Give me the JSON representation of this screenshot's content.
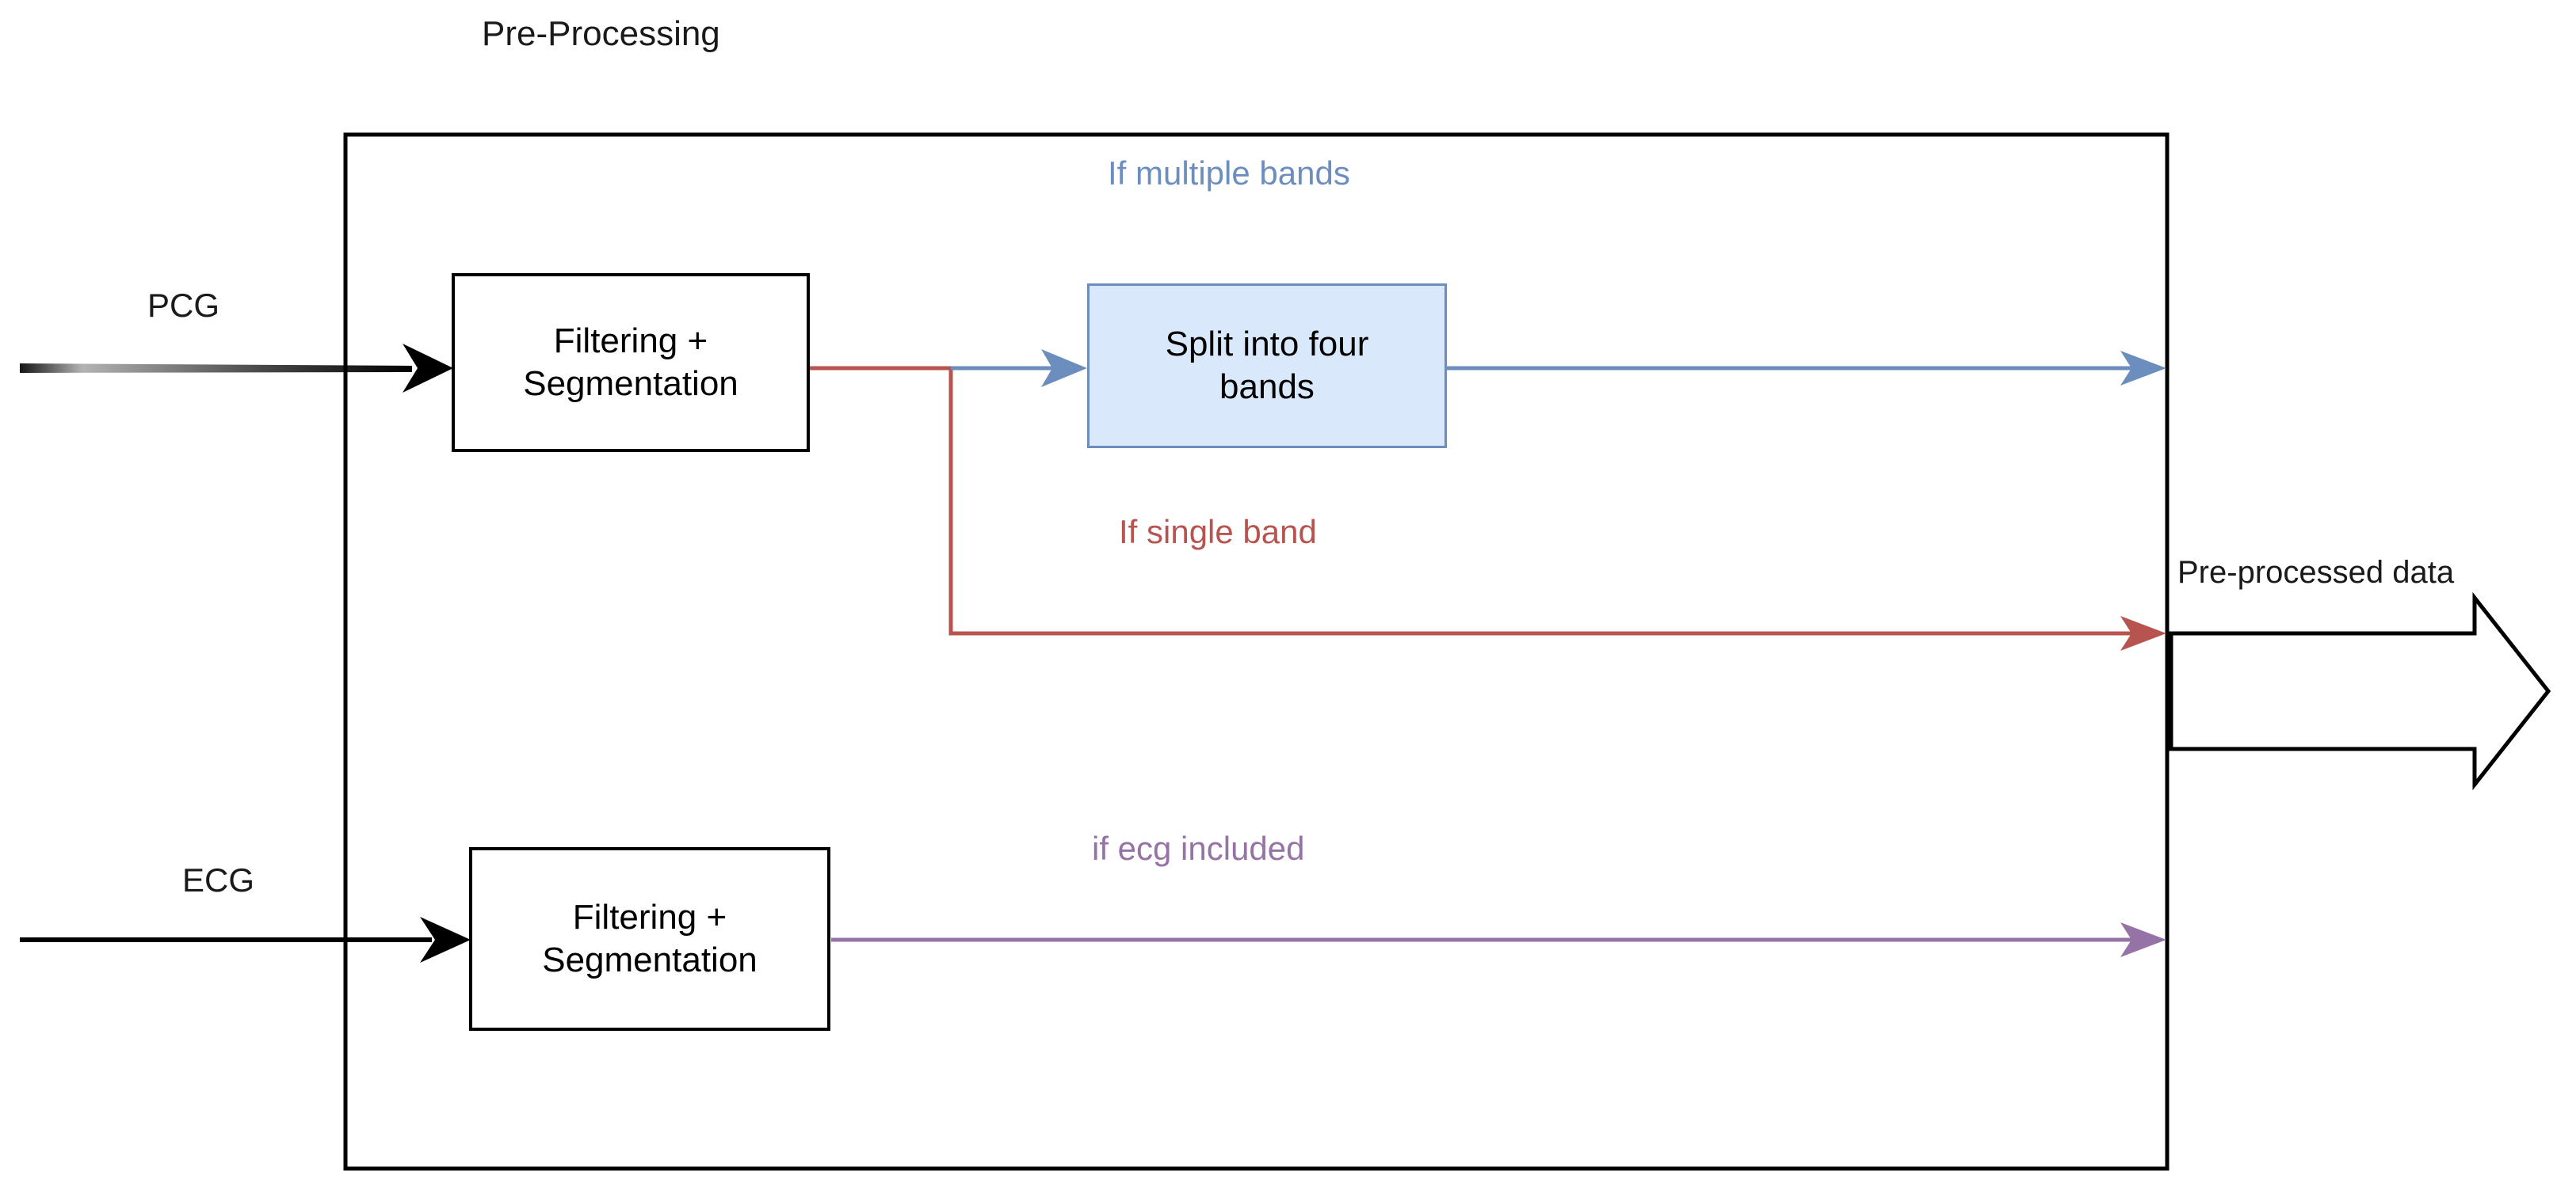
{
  "diagram": {
    "title": "Pre-Processing",
    "type": "block-flow-diagram",
    "container": {
      "name": "pre-processing-container",
      "border_color": "#000000"
    },
    "inputs": [
      {
        "id": "pcg",
        "label": "PCG",
        "arrow_style": "gradient-black",
        "target": "filtering-segmentation-pcg"
      },
      {
        "id": "ecg",
        "label": "ECG",
        "arrow_style": "solid-black",
        "target": "filtering-segmentation-ecg"
      }
    ],
    "nodes": [
      {
        "id": "filtering-segmentation-pcg",
        "label": "Filtering + Segmentation",
        "line1": "Filtering +",
        "line2": "Segmentation",
        "fill": "#ffffff",
        "stroke": "#000000"
      },
      {
        "id": "split-four-bands",
        "label": "Split into four bands",
        "line1": "Split into four",
        "line2": "bands",
        "fill": "#dae8fc",
        "stroke": "#6c8ebf"
      },
      {
        "id": "filtering-segmentation-ecg",
        "label": "Filtering + Segmentation",
        "line1": "Filtering +",
        "line2": "Segmentation",
        "fill": "#ffffff",
        "stroke": "#000000"
      }
    ],
    "edges": [
      {
        "id": "edge-multiple-bands",
        "label": "If multiple bands",
        "color": "#6c8ebf",
        "from": "filtering-segmentation-pcg",
        "to": "split-four-bands"
      },
      {
        "id": "edge-single-band",
        "label": "If single band",
        "color": "#b85450",
        "from": "filtering-segmentation-pcg",
        "to": "pre-processed-data-output"
      },
      {
        "id": "edge-ecg-included",
        "label": "if ecg included",
        "color": "#9673a6",
        "from": "filtering-segmentation-ecg",
        "to": "pre-processed-data-output"
      },
      {
        "id": "edge-split-output",
        "label": "",
        "color": "#6c8ebf",
        "from": "split-four-bands",
        "to": "pre-processed-data-output"
      }
    ],
    "output": {
      "id": "pre-processed-data-output",
      "label": "Pre-processed data",
      "shape": "block-arrow",
      "stroke": "#000000",
      "fill": "#ffffff"
    },
    "colors": {
      "blue_accent": "#6c8ebf",
      "blue_fill": "#dae8fc",
      "red_accent": "#b85450",
      "purple_accent": "#9673a6",
      "black": "#000000",
      "background": "#ffffff"
    }
  }
}
